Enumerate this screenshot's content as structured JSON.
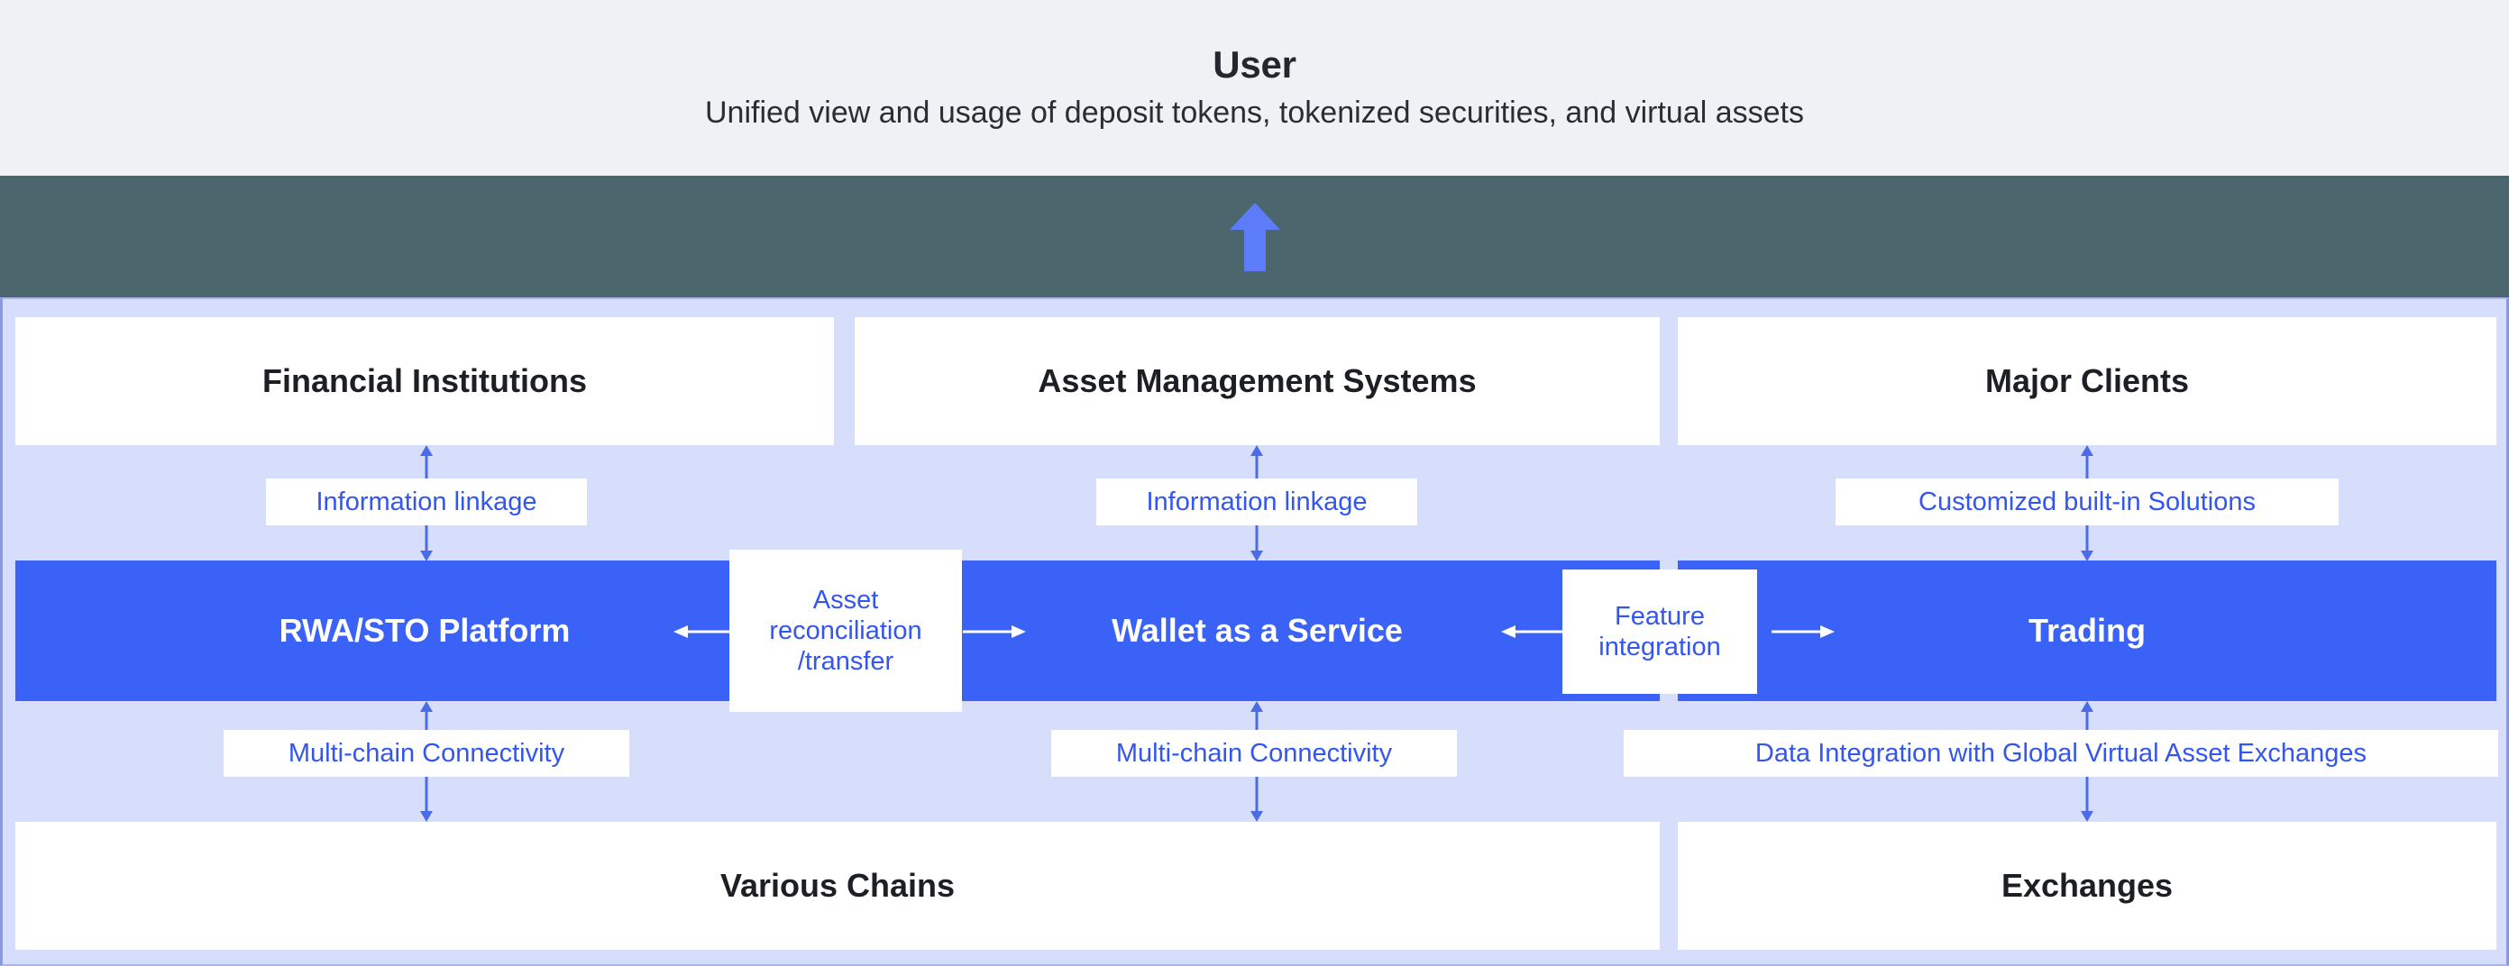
{
  "header": {
    "title": "User",
    "subtitle": "Unified view and usage of deposit tokens, tokenized securities, and virtual assets"
  },
  "band": {
    "arrow_direction": "up",
    "arrow_color": "#5C7CFA",
    "background_color": "#4C666E"
  },
  "colors": {
    "page_background": "#EFF1F5",
    "diagram_background": "#D7DEFB",
    "platform_blue": "#3B62F6",
    "connector_blue": "#3355F0",
    "box_white": "#FFFFFF",
    "title_dark": "#1C1F24"
  },
  "diagram": {
    "top_row": [
      {
        "label": "Financial Institutions"
      },
      {
        "label": "Asset Management Systems"
      },
      {
        "label": "Major Clients"
      }
    ],
    "top_connectors": [
      {
        "label": "Information linkage",
        "direction": "bidirectional-vertical"
      },
      {
        "label": "Information linkage",
        "direction": "bidirectional-vertical"
      },
      {
        "label": "Customized built-in Solutions",
        "direction": "bidirectional-vertical"
      }
    ],
    "platform_row": [
      {
        "label": "RWA/STO Platform"
      },
      {
        "label": "Wallet as a Service"
      },
      {
        "label": "Trading"
      }
    ],
    "platform_connectors": [
      {
        "label": "Asset reconciliation /transfer",
        "line1": "Asset",
        "line2": "reconciliation",
        "line3": "/transfer",
        "direction": "bidirectional-horizontal"
      },
      {
        "label": "Feature integration",
        "line1": "Feature",
        "line2": "integration",
        "direction": "bidirectional-horizontal"
      }
    ],
    "bottom_connectors": [
      {
        "label": "Multi-chain Connectivity",
        "direction": "bidirectional-vertical"
      },
      {
        "label": "Multi-chain Connectivity",
        "direction": "bidirectional-vertical"
      },
      {
        "label": "Data Integration with Global Virtual Asset Exchanges",
        "direction": "bidirectional-vertical"
      }
    ],
    "bottom_row": [
      {
        "label": "Various Chains"
      },
      {
        "label": "Exchanges"
      }
    ]
  }
}
